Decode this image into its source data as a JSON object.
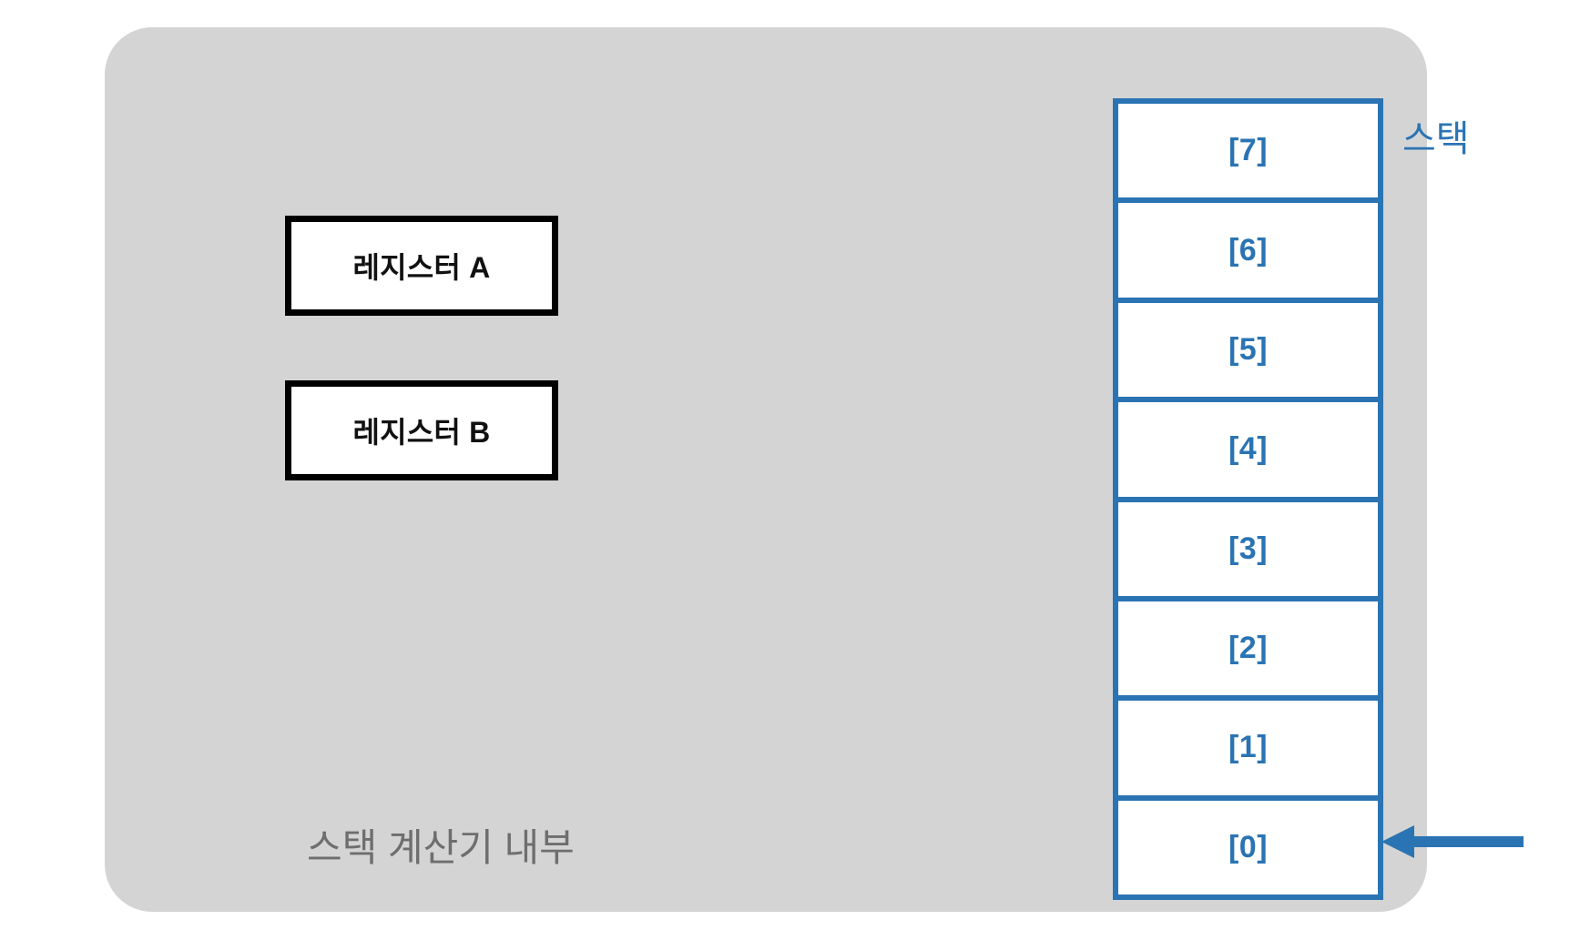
{
  "panel": {
    "caption": "스택 계산기 내부",
    "background_color": "#d4d4d4",
    "caption_color": "#6e6e6e"
  },
  "registers": {
    "border_color": "#000000",
    "fill_color": "#ffffff",
    "items": [
      {
        "label": "레지스터 A"
      },
      {
        "label": "레지스터 B"
      }
    ]
  },
  "stack": {
    "title": "스택",
    "accent_color": "#2b74b3",
    "fill_color": "#ffffff",
    "cells": [
      {
        "label": "[7]"
      },
      {
        "label": "[6]"
      },
      {
        "label": "[5]"
      },
      {
        "label": "[4]"
      },
      {
        "label": "[3]"
      },
      {
        "label": "[2]"
      },
      {
        "label": "[1]"
      },
      {
        "label": "[0]"
      }
    ],
    "pointer": {
      "icon": "arrow-left-icon",
      "target_cell": "[0]",
      "color": "#2b74b3"
    }
  }
}
